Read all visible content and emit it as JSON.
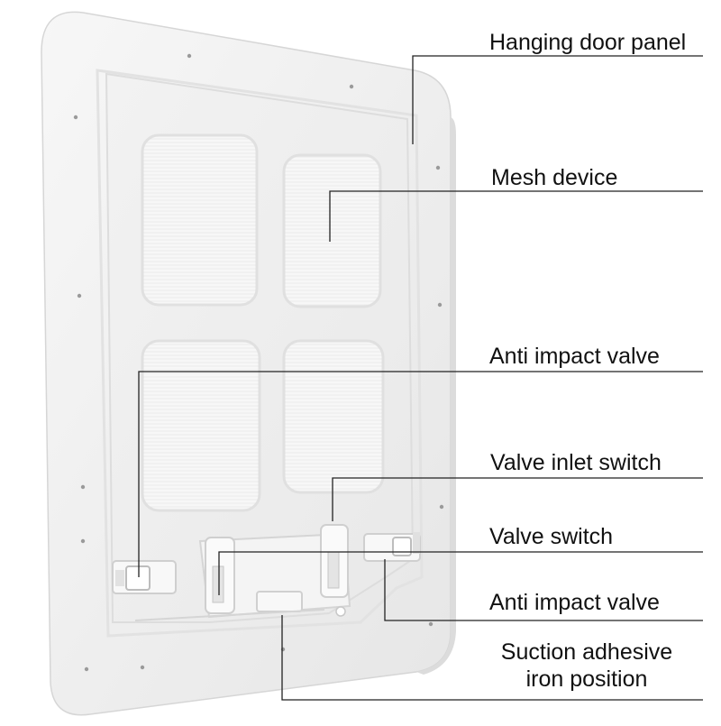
{
  "colors": {
    "background": "#ffffff",
    "panel": "#efefef",
    "panel_edge": "#d9d9d9",
    "mesh": "#f6f6f6",
    "leader_line": "#222222",
    "label_text": "#111111"
  },
  "labels": {
    "hanging_door_panel": "Hanging door panel",
    "mesh_device": "Mesh device",
    "anti_impact_valve_top": "Anti impact valve",
    "valve_inlet_switch": "Valve inlet switch",
    "valve_switch": "Valve switch",
    "anti_impact_valve_bottom": "Anti impact valve",
    "suction_adhesive_line1": "Suction adhesive",
    "suction_adhesive_line2": "iron position"
  }
}
